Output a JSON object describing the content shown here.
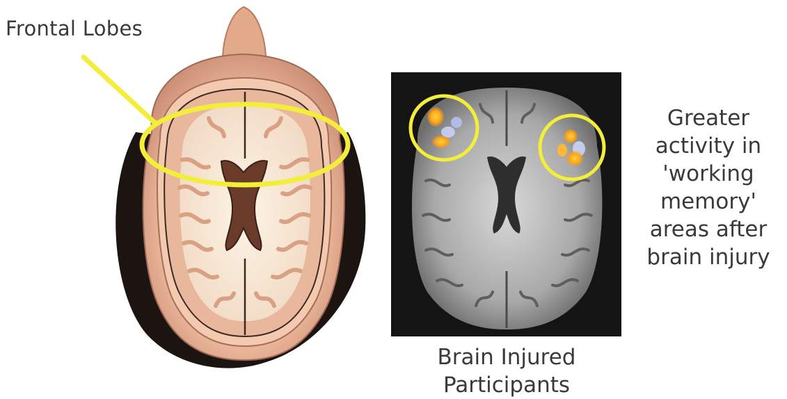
{
  "labels": {
    "frontal": "Frontal Lobes",
    "side_lines": [
      "Greater",
      "activity in",
      "'working",
      "memory'",
      "areas after",
      "brain injury"
    ],
    "caption_lines": [
      "Brain Injured",
      "Participants"
    ]
  },
  "colors": {
    "highlight": "#f2ee3a",
    "activation": "#ffb21a",
    "scan_bg": "#141414",
    "skin": "#e8b89a",
    "text": "#3a3a3a"
  }
}
